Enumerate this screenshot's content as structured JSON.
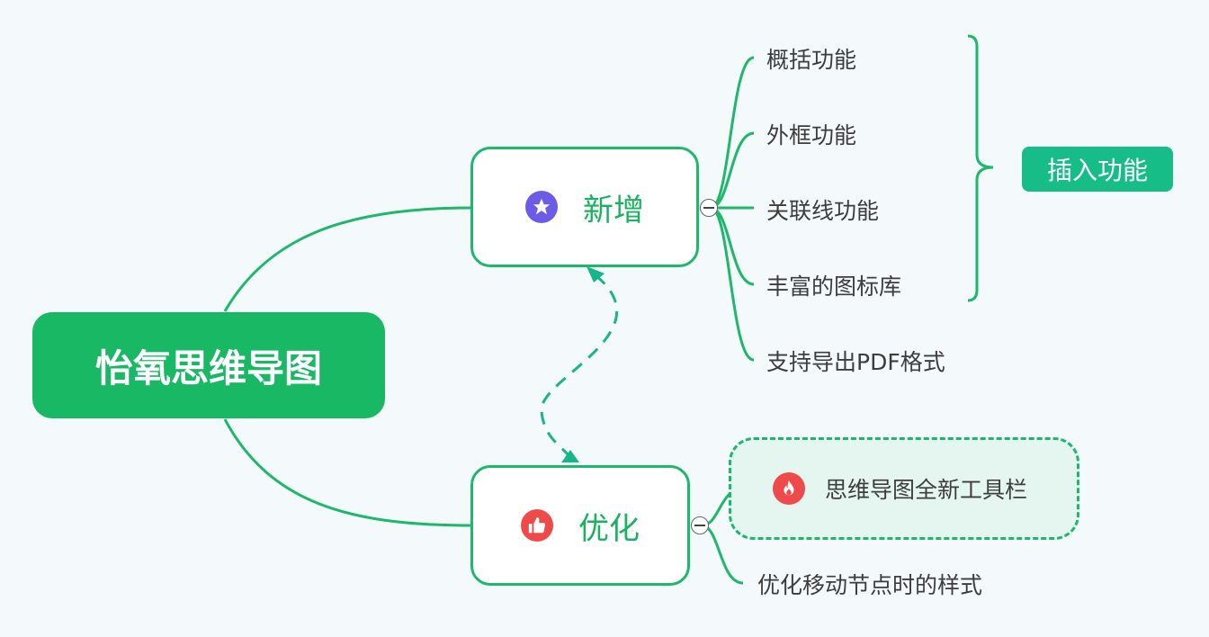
{
  "colors": {
    "accent": "#19b864",
    "line": "#1db86a",
    "relation": "#17b68a",
    "summary_bg": "#17bd86",
    "star_badge": "#6b5be6",
    "red_badge": "#ef4a4a"
  },
  "root": {
    "label": "怡氧思维导图"
  },
  "branches": [
    {
      "label": "新增",
      "icon": "star-icon",
      "children": [
        "概括功能",
        "外框功能",
        "关联线功能",
        "丰富的图标库",
        "支持导出PDF格式"
      ]
    },
    {
      "label": "优化",
      "icon": "thumbs-up-icon",
      "children": [
        "思维导图全新工具栏",
        "优化移动节点时的样式"
      ],
      "highlight_icon": "fire-icon"
    }
  ],
  "summary": {
    "label": "插入功能"
  }
}
